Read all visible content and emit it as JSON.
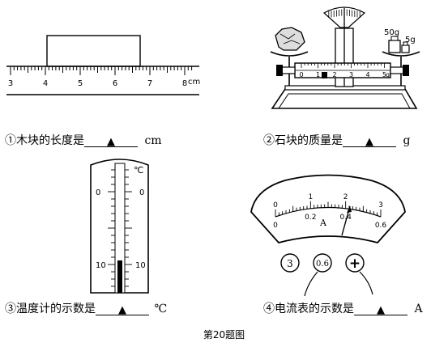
{
  "caption": "第20题图",
  "ruler": {
    "ticks": [
      "3",
      "4",
      "5",
      "6",
      "7",
      "8"
    ],
    "unit": "cm"
  },
  "balance": {
    "beam_labels": [
      "0",
      "1",
      "2",
      "3",
      "4",
      "5"
    ],
    "beam_end_label": "g",
    "weight_large": "50g",
    "weight_small": "5g"
  },
  "thermometer": {
    "unit": "℃",
    "labels": [
      "0",
      "0",
      "10",
      "10"
    ]
  },
  "ammeter": {
    "top_scale": [
      "0",
      "1",
      "2",
      "3"
    ],
    "bottom_scale": [
      "0",
      "0.2",
      "0.4",
      "0.6"
    ],
    "unit": "A",
    "terminals": [
      "3",
      "0.6",
      "+"
    ]
  },
  "questions": [
    {
      "text": "①木块的长度是",
      "blank": "▲",
      "unit": "cm"
    },
    {
      "text": "②石块的质量是",
      "blank": "▲",
      "unit": "g"
    },
    {
      "text": "③温度计的示数是",
      "blank": "▲",
      "unit": "℃"
    },
    {
      "text": "④电流表的示数是",
      "blank": "▲",
      "unit": "A"
    }
  ]
}
